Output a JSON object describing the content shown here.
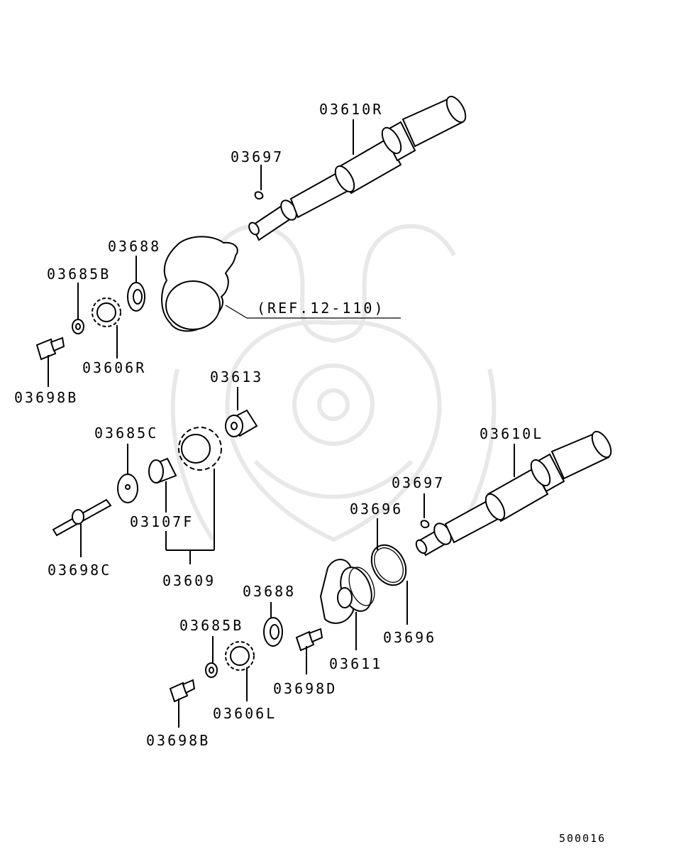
{
  "diagram": {
    "labels": {
      "p03610R": "03610R",
      "p03697_top": "03697",
      "p03688_top": "03688",
      "p03685B_top": "03685B",
      "p03606R": "03606R",
      "p03698B_top": "03698B",
      "ref": "(REF.12-110)",
      "p03613": "03613",
      "p03685C": "03685C",
      "p03107F": "03107F",
      "p03698C": "03698C",
      "p03609": "03609",
      "p03610L": "03610L",
      "p03697_bot": "03697",
      "p03696_top": "03696",
      "p03696_bot": "03696",
      "p03611": "03611",
      "p03688_bot": "03688",
      "p03685B_bot": "03685B",
      "p03698D": "03698D",
      "p03606L": "03606L",
      "p03698B_bot": "03698B",
      "figure_number": "500016"
    },
    "watermark": "samurai-helmet-logo"
  }
}
